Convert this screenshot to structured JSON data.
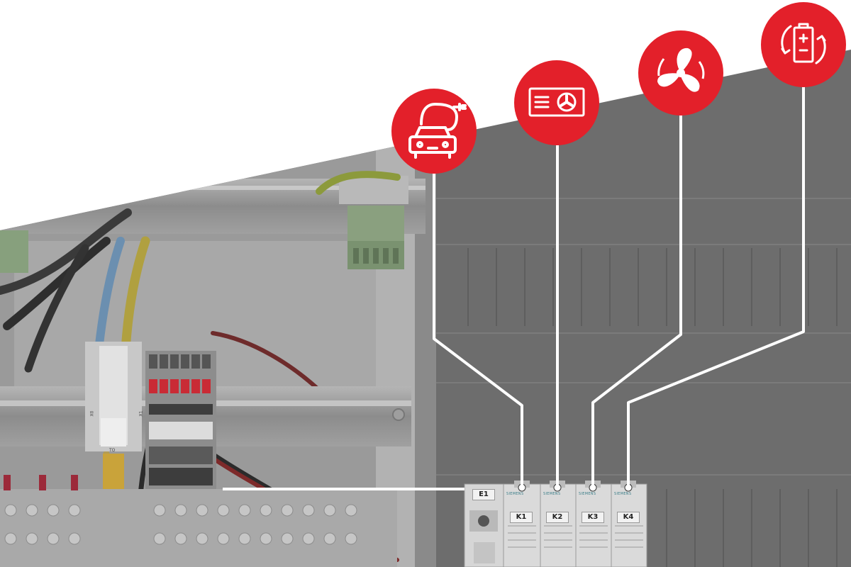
{
  "colors": {
    "accent_red": "#e3202a",
    "line_white": "#ffffff",
    "cabinet_grey": "#6e6e6e",
    "background": "#ffffff"
  },
  "icons": [
    {
      "name": "ev-car-charging-icon"
    },
    {
      "name": "air-conditioner-icon"
    },
    {
      "name": "fan-icon"
    },
    {
      "name": "battery-cycle-icon"
    }
  ],
  "modules": {
    "brand": "SIEMENS",
    "left_module_label": "E1",
    "relays": [
      {
        "label": "K1"
      },
      {
        "label": "K2"
      },
      {
        "label": "K3"
      },
      {
        "label": "K4"
      }
    ]
  },
  "terminal_labels": {
    "top": "TO",
    "left_side": "X0",
    "right_side": "X1"
  }
}
